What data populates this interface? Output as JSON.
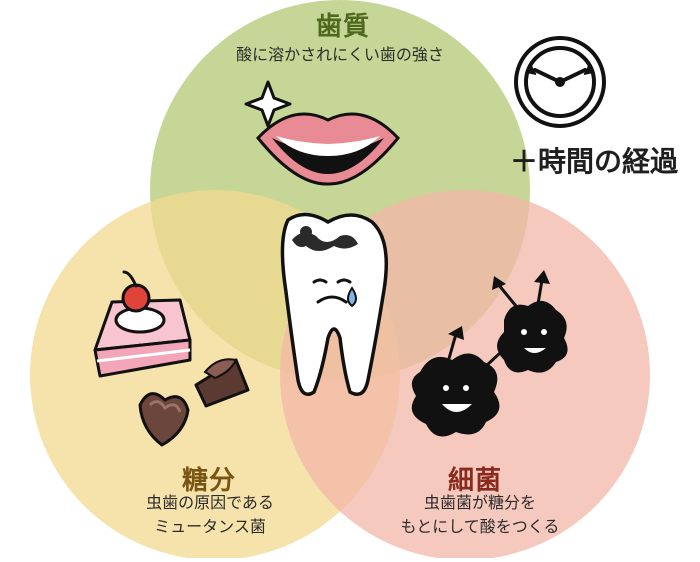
{
  "diagram": {
    "circles": [
      {
        "id": "teeth",
        "title": "歯質",
        "subtitle": "酸に溶かされにくい歯の強さ",
        "color": "#bccf84"
      },
      {
        "id": "sugar",
        "title": "糖分",
        "subtitle_lines": [
          "虫歯の原因である",
          "ミュータンス菌"
        ],
        "color": "#f1d98f"
      },
      {
        "id": "bacteria",
        "title": "細菌",
        "subtitle_lines": [
          "虫歯菌が糖分を",
          "もとにして酸をつくる"
        ],
        "color": "#f3b7a8"
      }
    ],
    "time_label": "＋時間の経過",
    "icons": [
      "sparkle-icon",
      "lips-icon",
      "cavity-tooth-icon",
      "cake-icon",
      "chocolate-icon",
      "bacteria-icon",
      "clock-icon"
    ]
  }
}
